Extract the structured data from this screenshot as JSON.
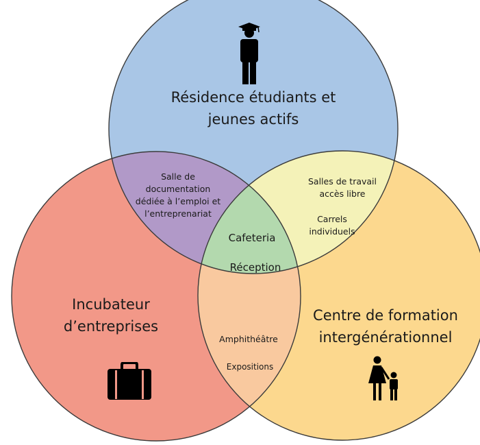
{
  "sets": {
    "top": {
      "lines": [
        "Résidence étudiants et",
        "jeunes actifs"
      ],
      "color": "#a9c6e6",
      "icon": "graduate-student-icon"
    },
    "left": {
      "lines": [
        "Incubateur",
        "d’entreprises"
      ],
      "color": "#f29888",
      "icon": "briefcase-icon"
    },
    "right": {
      "lines": [
        "Centre de formation",
        "intergénérationnel"
      ],
      "color": "#fcd88e",
      "icon": "parent-child-icon"
    }
  },
  "intersections": {
    "top_left": {
      "lines": [
        "Salle de",
        "documentation",
        "dédiée à l’emploi et",
        "l’entreprenariat"
      ],
      "color": "#b199c8"
    },
    "top_right": {
      "lines": [
        "Salles de travail",
        "accès libre"
      ],
      "lines2": [
        "Carrels",
        "individuels"
      ],
      "color": "#f4f2b8"
    },
    "left_right": {
      "lines": [
        "Amphithéâtre"
      ],
      "lines2": [
        "Expositions"
      ],
      "color": "#f9c99f"
    },
    "center": {
      "lines": [
        "Cafeteria"
      ],
      "lines2": [
        "Réception"
      ],
      "color": "#b3d9ae"
    }
  },
  "outline_color": "#3b3b3b"
}
